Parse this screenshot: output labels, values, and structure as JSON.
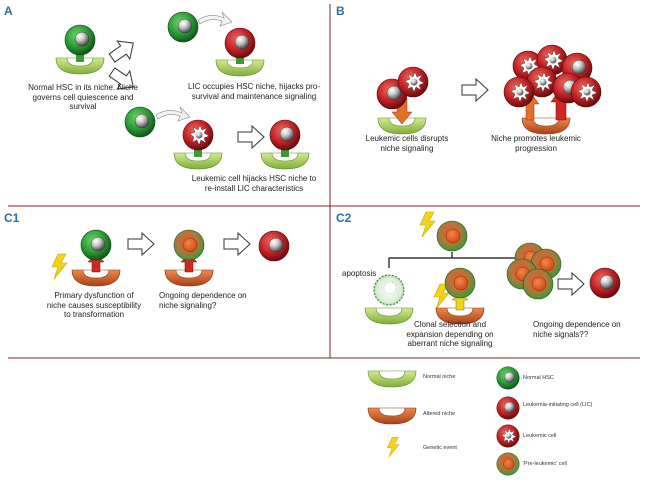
{
  "panels": {
    "a": {
      "letter": "A",
      "normal_hsc_caption": "Normal HSC in its niche. Niche governs cell quiescence and survival",
      "lic_caption": "LIC occupies HSC niche, hijacks pro-survival and maintenance signaling",
      "leukemic_caption": "Leukemic cell hijacks HSC niche to re-install LIC characteristics"
    },
    "b": {
      "letter": "B",
      "disrupts_caption": "Leukemic cells disrupts niche signaling",
      "promotes_caption": "Niche promotes leukemic progression"
    },
    "c1": {
      "letter": "C1",
      "primary_caption": "Primary dysfunction of niche causes susceptibility to transformation",
      "dependence_caption": "Ongoing dependence on niche signaling?"
    },
    "c2": {
      "letter": "C2",
      "apoptosis_label": "apoptosis",
      "clonal_caption": "Clonal selection and expansion depending on aberrant niche signaling",
      "dependence_caption": "Ongoing dependence on niche signals??"
    }
  },
  "legend": {
    "normal_niche": "Normal niche",
    "altered_niche": "Altered niche",
    "genetic_event": "Genetic event",
    "normal_hsc": "Normal HSC",
    "lic": "Leukemia-initiating cell (LIC)",
    "leukemic_cell": "Leukemic cell",
    "pre_leukemic": "'Pre-leukemic' cell"
  },
  "colors": {
    "normal_hsc": "#2f9a3c",
    "lic": "#c8232a",
    "normal_niche": "#a9cf62",
    "altered_niche": "#d9622b",
    "genetic_event": "#f2d21b",
    "panel_letter": "#2e6da4",
    "divider": "#7a2a2a"
  }
}
